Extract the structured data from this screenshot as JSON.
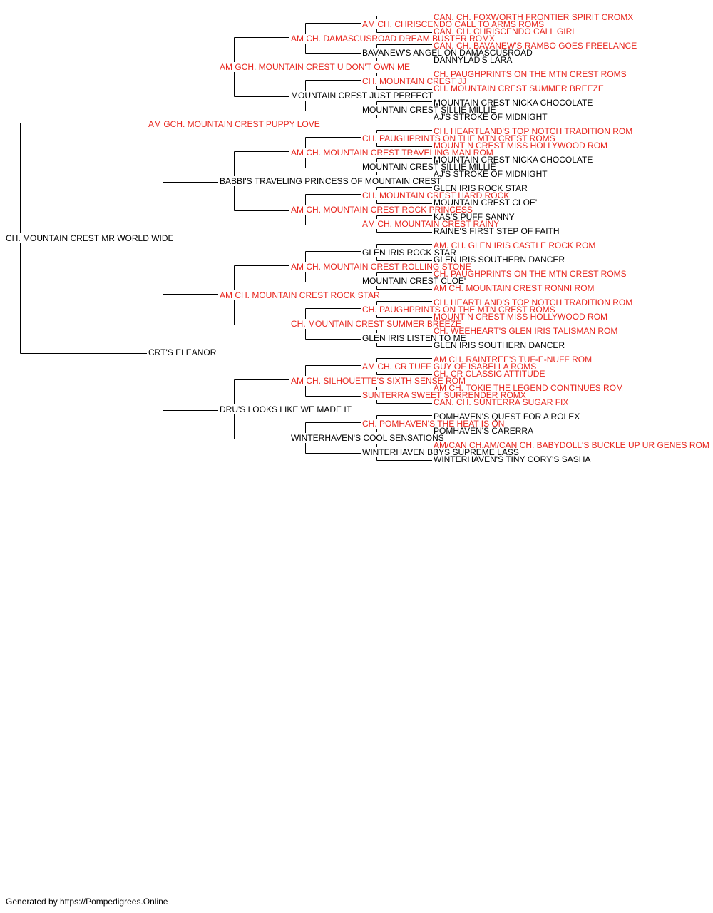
{
  "colors": {
    "titled": "#e8261e",
    "plain": "#000000",
    "line": "#000000"
  },
  "footer": "Generated by https://Pompedigrees.Online",
  "pedigree": {
    "name": "CH. MOUNTAIN CREST MR WORLD WIDE",
    "titled": false,
    "sire": {
      "name": "AM GCH. MOUNTAIN CREST PUPPY LOVE",
      "titled": true,
      "sire": {
        "name": "AM GCH. MOUNTAIN CREST U DON'T OWN ME",
        "titled": true,
        "sire": {
          "name": "AM CH. DAMASCUSROAD DREAM BUSTER ROMX",
          "titled": true,
          "sire": {
            "name": "AM CH. CHRISCENDO CALL TO ARMS ROMS",
            "titled": true,
            "sire": {
              "name": "CAN. CH. FOXWORTH FRONTIER SPIRIT CROMX",
              "titled": true
            },
            "dam": {
              "name": "CAN. CH. CHRISCENDO CALL GIRL",
              "titled": true
            }
          },
          "dam": {
            "name": "BAVANEW'S ANGEL ON DAMASCUSROAD",
            "titled": false,
            "sire": {
              "name": "CAN. CH. BAVANEW'S RAMBO GOES FREELANCE",
              "titled": true
            },
            "dam": {
              "name": "DANNYLAD'S LARA",
              "titled": false
            }
          }
        },
        "dam": {
          "name": "MOUNTAIN CREST JUST PERFECT",
          "titled": false,
          "sire": {
            "name": "CH. MOUNTAIN CREST JJ",
            "titled": true,
            "sire": {
              "name": "CH. PAUGHPRINTS ON THE MTN CREST ROMS",
              "titled": true
            },
            "dam": {
              "name": "CH. MOUNTAIN CREST SUMMER BREEZE",
              "titled": true
            }
          },
          "dam": {
            "name": "MOUNTAIN CREST SILLIE MILLIE",
            "titled": false,
            "sire": {
              "name": "MOUNTAIN CREST NICKA CHOCOLATE",
              "titled": false
            },
            "dam": {
              "name": "AJ'S STROKE OF MIDNIGHT",
              "titled": false
            }
          }
        }
      },
      "dam": {
        "name": "BABBI'S TRAVELING PRINCESS OF MOUNTAIN CREST",
        "titled": false,
        "sire": {
          "name": "AM CH. MOUNTAIN CREST TRAVELING MAN ROM",
          "titled": true,
          "sire": {
            "name": "CH. PAUGHPRINTS ON THE MTN CREST ROMS",
            "titled": true,
            "sire": {
              "name": "CH. HEARTLAND'S TOP NOTCH TRADITION ROM",
              "titled": true
            },
            "dam": {
              "name": "MOUNT N CREST MISS HOLLYWOOD ROM",
              "titled": true
            }
          },
          "dam": {
            "name": "MOUNTAIN CREST SILLIE MILLIE",
            "titled": false,
            "sire": {
              "name": "MOUNTAIN CREST NICKA CHOCOLATE",
              "titled": false
            },
            "dam": {
              "name": "AJ'S STROKE OF MIDNIGHT",
              "titled": false
            }
          }
        },
        "dam": {
          "name": "AM CH. MOUNTAIN CREST ROCK PRINCESS",
          "titled": true,
          "sire": {
            "name": "CH. MOUNTAIN CREST HARD ROCK",
            "titled": true,
            "sire": {
              "name": "GLEN IRIS ROCK STAR",
              "titled": false
            },
            "dam": {
              "name": "MOUNTAIN CREST CLOE'",
              "titled": false
            }
          },
          "dam": {
            "name": "AM CH. MOUNTAIN CREST RAINY",
            "titled": true,
            "sire": {
              "name": "KAS'S PUFF SANNY",
              "titled": false
            },
            "dam": {
              "name": "RAINE'S FIRST STEP OF FAITH",
              "titled": false
            }
          }
        }
      }
    },
    "dam": {
      "name": "CRT'S ELEANOR",
      "titled": false,
      "sire": {
        "name": "AM CH. MOUNTAIN CREST ROCK STAR",
        "titled": true,
        "sire": {
          "name": "AM CH. MOUNTAIN CREST ROLLING STONE",
          "titled": true,
          "sire": {
            "name": "GLEN IRIS ROCK STAR",
            "titled": false,
            "sire": {
              "name": "AM. CH. GLEN IRIS CASTLE ROCK ROM",
              "titled": true
            },
            "dam": {
              "name": "GLEN IRIS SOUTHERN DANCER",
              "titled": false
            }
          },
          "dam": {
            "name": "MOUNTAIN CREST CLOE'",
            "titled": false,
            "sire": {
              "name": "CH. PAUGHPRINTS ON THE MTN CREST ROMS",
              "titled": true
            },
            "dam": {
              "name": "AM CH. MOUNTAIN CREST RONNI ROM",
              "titled": true
            }
          }
        },
        "dam": {
          "name": "CH. MOUNTAIN CREST SUMMER BREEZE",
          "titled": true,
          "sire": {
            "name": "CH. PAUGHPRINTS ON THE MTN CREST ROMS",
            "titled": true,
            "sire": {
              "name": "CH. HEARTLAND'S TOP NOTCH TRADITION ROM",
              "titled": true
            },
            "dam": {
              "name": "MOUNT N CREST MISS HOLLYWOOD ROM",
              "titled": true
            }
          },
          "dam": {
            "name": "GLEN IRIS LISTEN TO ME",
            "titled": false,
            "sire": {
              "name": "CH. WEEHEART'S GLEN IRIS TALISMAN ROM",
              "titled": true
            },
            "dam": {
              "name": "GLEN IRIS SOUTHERN DANCER",
              "titled": false
            }
          }
        }
      },
      "dam": {
        "name": "DRU'S LOOKS LIKE WE MADE IT",
        "titled": false,
        "sire": {
          "name": "AM CH. SILHOUETTE'S SIXTH SENSE ROM",
          "titled": true,
          "sire": {
            "name": "AM CH. CR TUFF GUY OF ISABELLA ROMS",
            "titled": true,
            "sire": {
              "name": "AM CH. RAINTREE'S TUF-E-NUFF ROM",
              "titled": true
            },
            "dam": {
              "name": "CH. CR CLASSIC ATTITUDE",
              "titled": true
            }
          },
          "dam": {
            "name": "SUNTERRA SWEET SURRENDER ROMX",
            "titled": true,
            "sire": {
              "name": "AM CH. TOKIE THE LEGEND CONTINUES ROM",
              "titled": true
            },
            "dam": {
              "name": "CAN. CH. SUNTERRA SUGAR FIX",
              "titled": true
            }
          }
        },
        "dam": {
          "name": "WINTERHAVEN'S COOL SENSATIONS",
          "titled": false,
          "sire": {
            "name": "CH. POMHAVEN'S THE HEAT IS ON",
            "titled": true,
            "sire": {
              "name": "POMHAVEN'S QUEST FOR A ROLEX",
              "titled": false
            },
            "dam": {
              "name": "POMHAVEN'S CARERRA",
              "titled": false
            }
          },
          "dam": {
            "name": "WINTERHAVEN BBYS SUPREME LASS",
            "titled": false,
            "sire": {
              "name": "AM/CAN CH.AM/CAN CH. BABYDOLL'S BUCKLE UP UR GENES ROM",
              "titled": true
            },
            "dam": {
              "name": "WINTERHAVEN'S TINY CORY'S SASHA",
              "titled": false
            }
          }
        }
      }
    }
  }
}
